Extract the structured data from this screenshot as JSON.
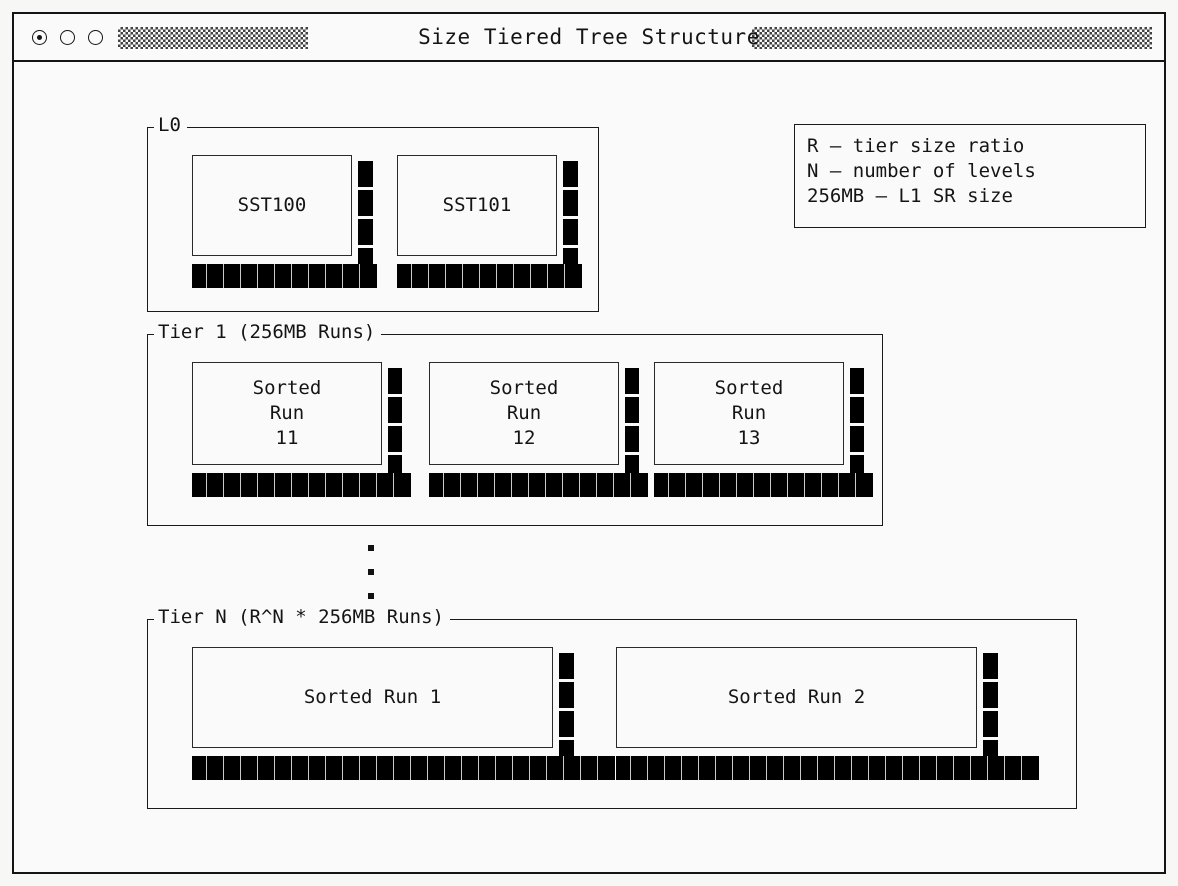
{
  "window": {
    "title": "Size Tiered Tree Structure",
    "traffic_lights": [
      "window-dot-active",
      "window-dot-2",
      "window-dot-3"
    ]
  },
  "legend": {
    "lines": [
      "R — tier size ratio",
      "N — number of levels",
      "256MB — L1 SR size"
    ]
  },
  "groups": [
    {
      "id": "l0",
      "label": "L0",
      "units": [
        {
          "name": "SST100",
          "text": "SST100"
        },
        {
          "name": "SST101",
          "text": "SST101"
        }
      ]
    },
    {
      "id": "tier1",
      "label": "Tier 1 (256MB Runs)",
      "units": [
        {
          "name": "sorted-run-11",
          "text": "Sorted\nRun\n11"
        },
        {
          "name": "sorted-run-12",
          "text": "Sorted\nRun\n12"
        },
        {
          "name": "sorted-run-13",
          "text": "Sorted\nRun\n13"
        }
      ]
    },
    {
      "id": "tierN",
      "label": "Tier N (R^N * 256MB Runs)",
      "units": [
        {
          "name": "sorted-run-1",
          "text": "Sorted Run 1"
        },
        {
          "name": "sorted-run-2",
          "text": "Sorted Run 2"
        }
      ]
    }
  ],
  "ellipsis": {
    "dots": 3
  },
  "colors": {
    "background": "#fafafa",
    "page": "#f7f7f5",
    "ink": "#141414",
    "segment": "#000000",
    "segment_gap": "#c9c9c9"
  }
}
